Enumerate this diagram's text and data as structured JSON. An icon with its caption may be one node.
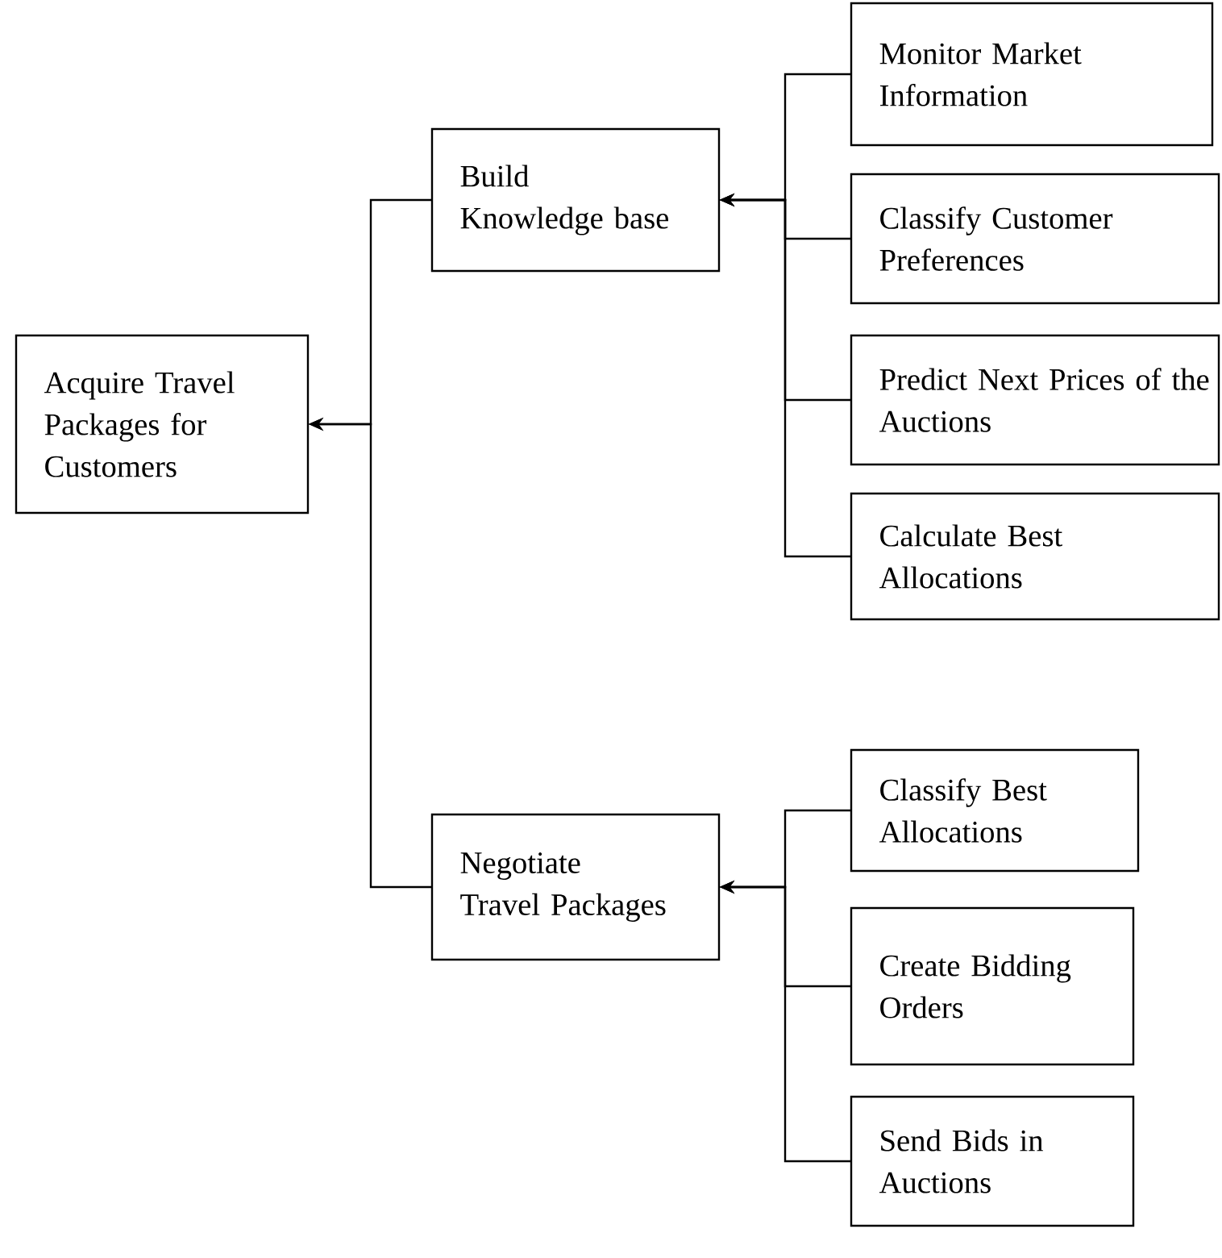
{
  "diagram": {
    "nodes": [
      {
        "text": [
          "Acquire Travel Packages for Customers"
        ]
      },
      {
        "text": [
          "Build Knowledge base"
        ]
      },
      {
        "text": [
          "Negotiate Travel Packages"
        ]
      },
      {
        "text": [
          "Monitor Market Information"
        ]
      },
      {
        "text": [
          "Classify Customer Preferences"
        ]
      },
      {
        "text": [
          "Predict Next Prices of the Auctions"
        ]
      },
      {
        "text": [
          "Calculate Best Allocations"
        ]
      },
      {
        "text": [
          "Classify Best Allocations"
        ]
      },
      {
        "text": [
          "Create Bidding Orders"
        ]
      },
      {
        "text": [
          "Send Bids in Auctions"
        ]
      }
    ],
    "edges": [
      {
        "from": 1,
        "to": 0,
        "arrow": "to"
      },
      {
        "from": 2,
        "to": 0,
        "arrow": "to"
      },
      {
        "from": 3,
        "to": 1,
        "arrow": "to"
      },
      {
        "from": 4,
        "to": 1,
        "arrow": "to"
      },
      {
        "from": 5,
        "to": 1,
        "arrow": "to"
      },
      {
        "from": 6,
        "to": 1,
        "arrow": "to"
      },
      {
        "from": 7,
        "to": 2,
        "arrow": "to"
      },
      {
        "from": 8,
        "to": 2,
        "arrow": "to"
      },
      {
        "from": 9,
        "to": 2,
        "arrow": "to"
      }
    ]
  }
}
